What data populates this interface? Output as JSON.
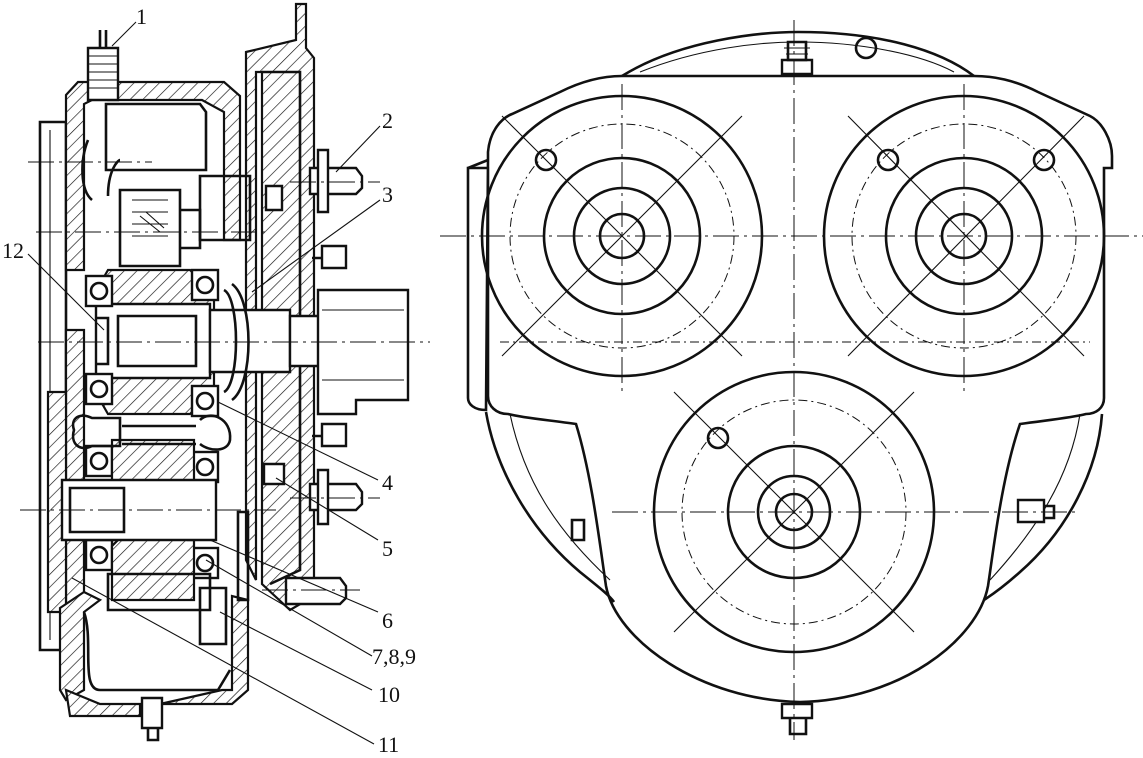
{
  "callouts": [
    "1",
    "2",
    "3",
    "12",
    "4",
    "5",
    "6",
    "7,8,9",
    "10",
    "11"
  ]
}
